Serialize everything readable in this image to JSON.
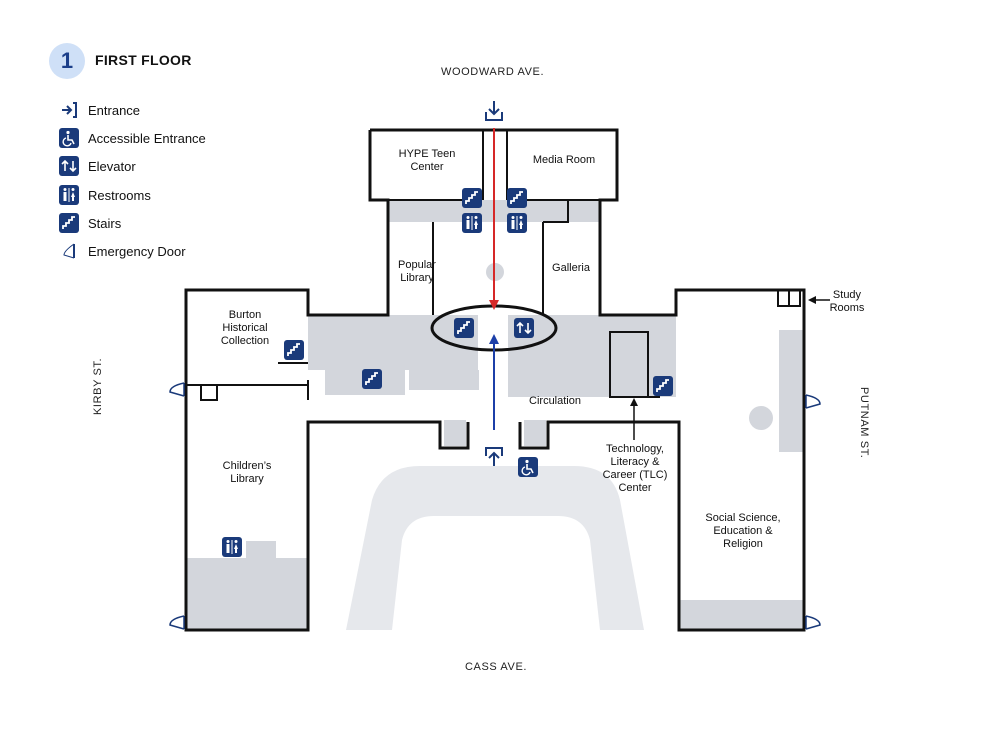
{
  "floor": {
    "number": "1",
    "title": "FIRST FLOOR"
  },
  "legend": [
    {
      "icon": "entrance-icon",
      "label": "Entrance"
    },
    {
      "icon": "accessible-entrance-icon",
      "label": "Accessible Entrance"
    },
    {
      "icon": "elevator-icon",
      "label": "Elevator"
    },
    {
      "icon": "restrooms-icon",
      "label": "Restrooms"
    },
    {
      "icon": "stairs-icon",
      "label": "Stairs"
    },
    {
      "icon": "emergency-door-icon",
      "label": "Emergency Door"
    }
  ],
  "streets": {
    "north": "WOODWARD AVE.",
    "south": "CASS AVE.",
    "west": "KIRBY ST.",
    "east": "PUTNAM ST."
  },
  "rooms": {
    "hype": "HYPE Teen Center",
    "media": "Media Room",
    "popular": "Popular Library",
    "galleria": "Galleria",
    "burton": "Burton Historical Collection",
    "childrens": "Children’s Library",
    "circulation": "Circulation",
    "tlc": "Technology, Literacy & Career (TLC) Center",
    "social": "Social Science, Education & Religion",
    "study": "Study Rooms"
  },
  "colors": {
    "navy": "#1a3a7a",
    "red": "#d62828",
    "blue": "#1c3fa8",
    "gray": "#d3d6dc",
    "badge": "#cfe0f7"
  }
}
